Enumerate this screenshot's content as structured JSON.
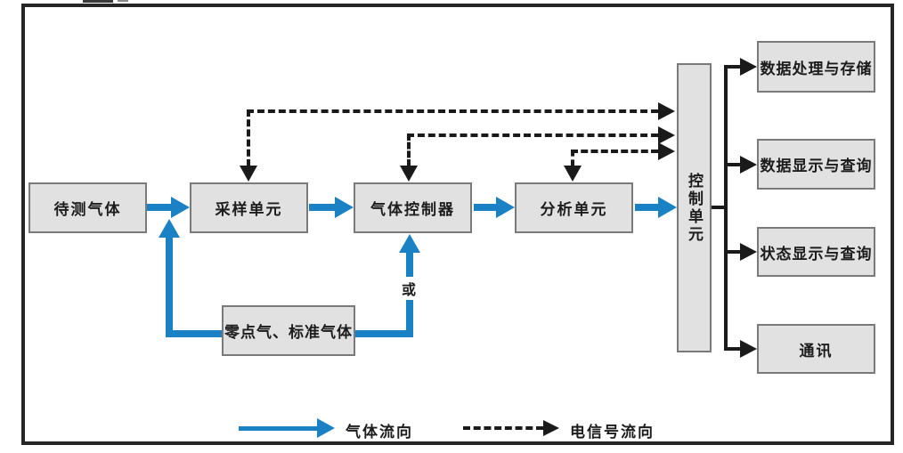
{
  "diagram": {
    "boxes": {
      "gas_to_measure": "待测气体",
      "sampling_unit": "采样单元",
      "gas_controller": "气体控制器",
      "analysis_unit": "分析单元",
      "control_unit": "控制单元",
      "zero_gas": "零点气、标准气体",
      "data_processing": "数据处理与存储",
      "data_display": "数据显示与查询",
      "status_display": "状态显示与查询",
      "communication": "通讯"
    },
    "labels": {
      "or": "或"
    },
    "legend": {
      "gas_flow": "气体流向",
      "signal_flow": "电信号流向"
    },
    "colors": {
      "gas_arrow_blue": "#1a82c4",
      "signal_black": "#1a1a1a",
      "box_fill": "#e1e1e1",
      "box_border": "#7a7a7a"
    }
  }
}
